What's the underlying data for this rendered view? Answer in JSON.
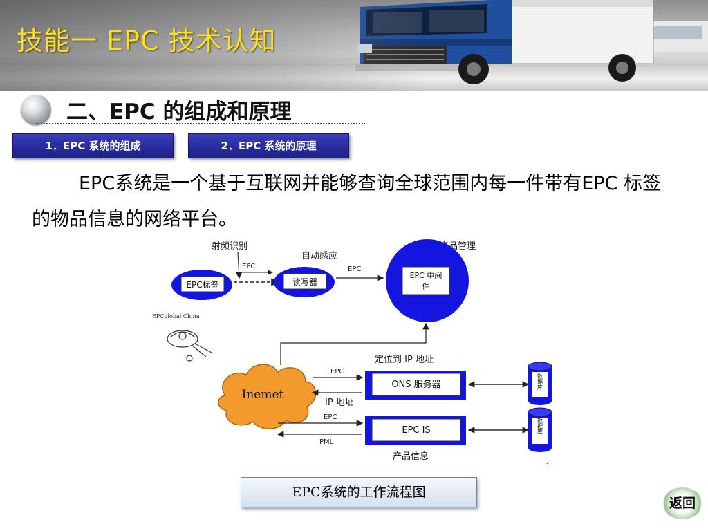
{
  "header": {
    "title": "技能一  EPC 技术认知",
    "title_color": "#ffdf1e"
  },
  "section": {
    "title": "二、EPC 的组成和原理"
  },
  "tabs": [
    {
      "label": "1．EPC 系统的组成"
    },
    {
      "label": "2．EPC 系统的原理"
    }
  ],
  "tab_color": "#2a2ea0",
  "body": {
    "paragraph": "EPC系统是一个基于互联网并能够查询全球范围内每一件带有EPC 标签的物品信息的网络平台。"
  },
  "diagram": {
    "label_rfid": "射频识别",
    "label_auto_sense": "自动感应",
    "label_product_mgmt": "产品管理",
    "epc_tag": "EPC标签",
    "reader": "读写器",
    "arrow_epc_1": "EPC",
    "arrow_epc_2": "EPC",
    "middleware_line1": "EPC 中间",
    "middleware_line2": "件",
    "epcglobal": "EPCglobal China",
    "internet": "Inemet",
    "locate_ip": "定位到 IP 地址",
    "ons_server": "ONS 服务器",
    "ons_epc": "EPC",
    "ip_address": "IP 地址",
    "epcis_epc": "EPC",
    "epc_is": "EPC IS",
    "pml": "PML",
    "product_info": "产品信息",
    "database_1": "数据库",
    "database_2": "数据库",
    "page_mark": "1",
    "node_color": "#1515e0"
  },
  "caption": "EPC系统的工作流程图",
  "return_button": "返回"
}
